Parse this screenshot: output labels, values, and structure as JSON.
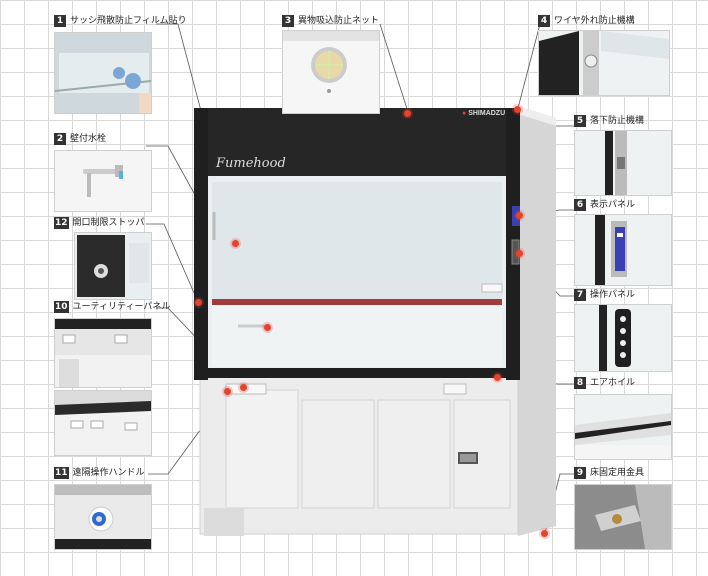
{
  "callouts": [
    {
      "num": "1",
      "label": "サッシ飛散防止フィルム貼り"
    },
    {
      "num": "2",
      "label": "壁付水栓"
    },
    {
      "num": "3",
      "label": "異物吸込防止ネット"
    },
    {
      "num": "4",
      "label": "ワイヤ外れ防止機構"
    },
    {
      "num": "5",
      "label": "落下防止機構"
    },
    {
      "num": "6",
      "label": "表示パネル"
    },
    {
      "num": "7",
      "label": "操作パネル"
    },
    {
      "num": "8",
      "label": "エアホイル"
    },
    {
      "num": "9",
      "label": "床固定用金具"
    },
    {
      "num": "10",
      "label": "ユーティリティーパネル"
    },
    {
      "num": "11",
      "label": "遠隔操作ハンドル"
    },
    {
      "num": "12",
      "label": "開口制限ストッパ"
    }
  ],
  "hood": {
    "brand_script": "Fumehood",
    "maker": "SHIMADZU"
  },
  "colors": {
    "frame": "#1f1f1f",
    "accent": "#e2452e",
    "cabinet": "#ebebeb",
    "panel_blue": "#3b3fb5"
  }
}
